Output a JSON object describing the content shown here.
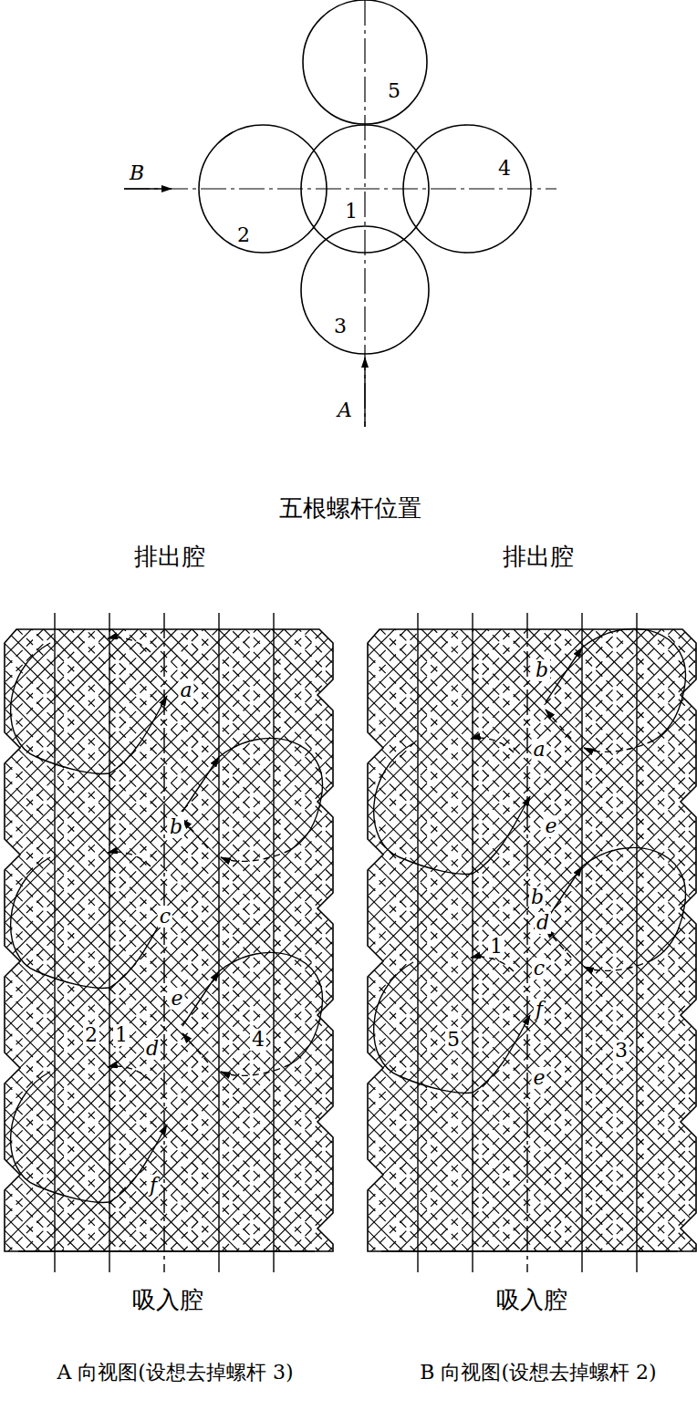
{
  "diagram": {
    "nodes": [
      {
        "text": [
          "5"
        ]
      },
      {
        "text": [
          "2"
        ]
      },
      {
        "text": [
          "1"
        ]
      },
      {
        "text": [
          "4"
        ]
      },
      {
        "text": [
          "3"
        ]
      }
    ],
    "labels": [
      "B",
      "A",
      "五根螺杆位置",
      "排出腔",
      "排出腔",
      "a",
      "b",
      "c",
      "e",
      "d",
      "2",
      "1",
      "4",
      "f",
      "b",
      "a",
      "e",
      "b",
      "d",
      "1",
      "c",
      "f",
      "5",
      "3",
      "e",
      "吸入腔",
      "吸入腔",
      "A 向视图(设想去掉螺杆 3)",
      "B 向视图(设想去掉螺杆 2)"
    ]
  }
}
